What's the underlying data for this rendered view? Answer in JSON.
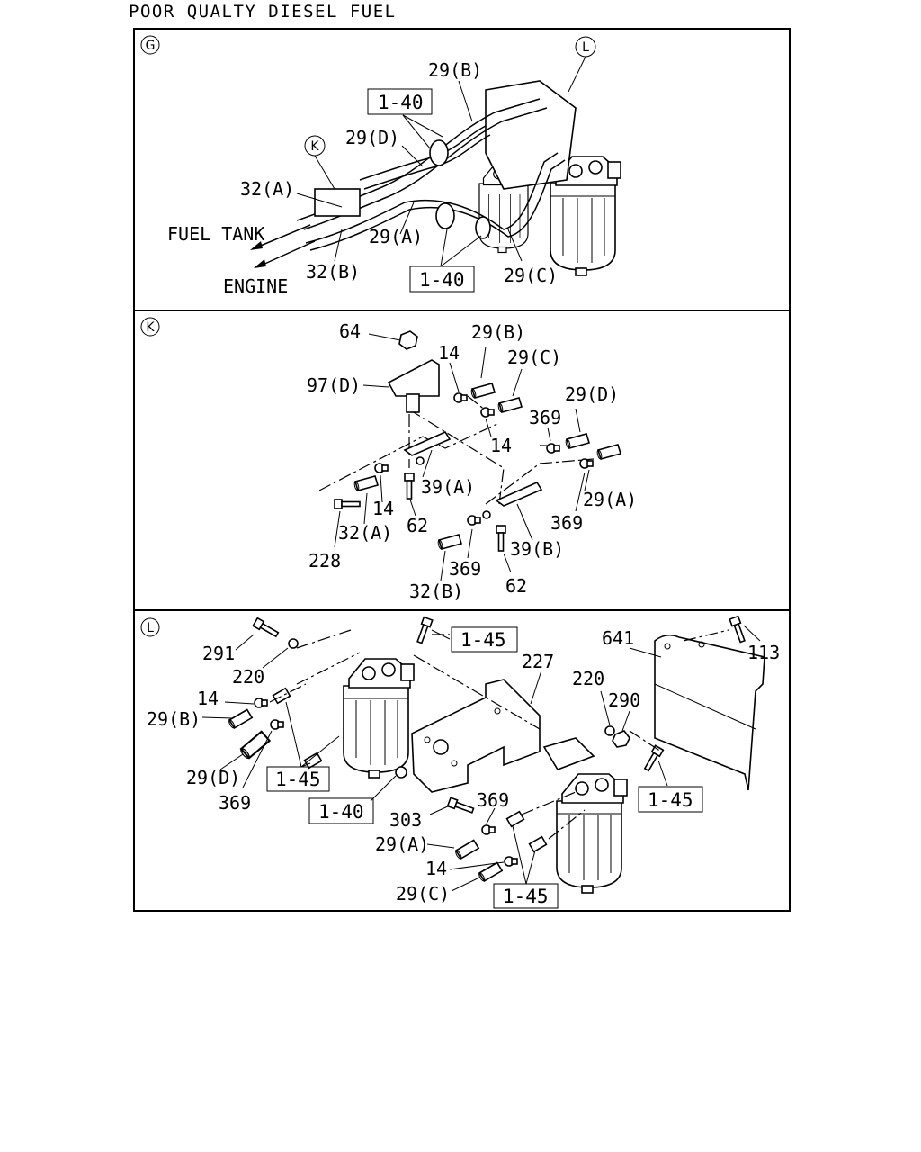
{
  "title": "POOR QUALTY DIESEL FUEL",
  "panels": {
    "G": {
      "marker": "G",
      "labels": {
        "l_29b": "29(B)",
        "l_29d": "29(D)",
        "l_32a": "32(A)",
        "l_29a": "29(A)",
        "l_32b": "32(B)",
        "l_29c": "29(C)",
        "fuel_tank": "FUEL TANK",
        "engine": "ENGINE",
        "ref_top": "1-40",
        "ref_bottom": "1-40",
        "callout_k": "K",
        "callout_l": "L"
      }
    },
    "K": {
      "marker": "K",
      "labels": {
        "l_64": "64",
        "l_29b": "29(B)",
        "l_14a": "14",
        "l_29c": "29(C)",
        "l_97d": "97(D)",
        "l_29d": "29(D)",
        "l_369a": "369",
        "l_14b": "14",
        "l_39a": "39(A)",
        "l_14c": "14",
        "l_29a": "29(A)",
        "l_32a": "32(A)",
        "l_62a": "62",
        "l_369b": "369",
        "l_39b": "39(B)",
        "l_228": "228",
        "l_369c": "369",
        "l_32b": "32(B)",
        "l_62b": "62"
      }
    },
    "L": {
      "marker": "L",
      "labels": {
        "l_291": "291",
        "l_220a": "220",
        "l_14a": "14",
        "l_29b": "29(B)",
        "l_29d": "29(D)",
        "l_369a": "369",
        "l_227": "227",
        "l_641": "641",
        "l_113": "113",
        "l_220b": "220",
        "l_290": "290",
        "l_303": "303",
        "l_369b": "369",
        "l_29a": "29(A)",
        "l_14b": "14",
        "l_29c": "29(C)",
        "ref_145a": "1-45",
        "ref_145b": "1-45",
        "ref_145c": "1-45",
        "ref_145d": "1-45",
        "ref_140": "1-40"
      }
    }
  }
}
